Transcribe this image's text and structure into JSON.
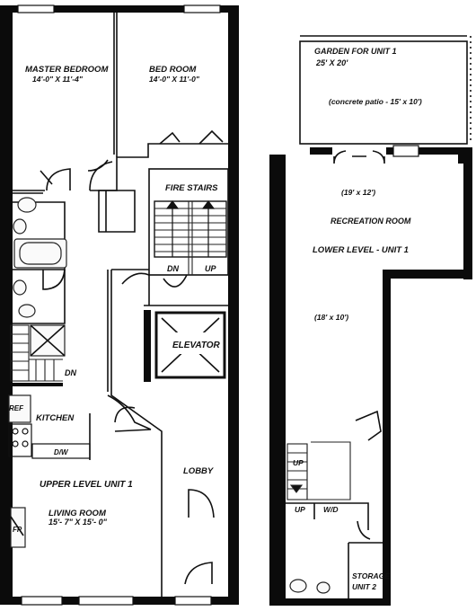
{
  "upper": {
    "master_bedroom": {
      "name": "MASTER BEDROOM",
      "dims": "14'-0\" X 11'-4\""
    },
    "bedroom": {
      "name": "BED ROOM",
      "dims": "14'-0\" X 11'-0\""
    },
    "fire_stairs": "FIRE STAIRS",
    "stair_dn": "DN",
    "stair_up": "UP",
    "elevator": "ELEVATOR",
    "hall_dn": "DN",
    "ref": "REF",
    "kitchen": "KITCHEN",
    "dw": "D/W",
    "lobby": "LOBBY",
    "unit_label": "UPPER LEVEL UNIT 1",
    "living_room": {
      "name": "LIVING ROOM",
      "dims": "15'- 7\" X 15'- 0\""
    },
    "fp": "FP"
  },
  "lower": {
    "garden": {
      "name": "GARDEN FOR UNIT 1",
      "dims": "25' X 20'"
    },
    "patio": "(concrete patio - 15' x 10')",
    "rec_dims": "(19' x 12')",
    "rec_name": "RECREATION ROOM",
    "level_label": "LOWER LEVEL - UNIT 1",
    "lower_dims": "(18' x 10')",
    "up_left": "UP",
    "up_bottom": "UP",
    "wd": "W/D",
    "storage": "STORAGE",
    "storage_unit": "UNIT 2"
  }
}
